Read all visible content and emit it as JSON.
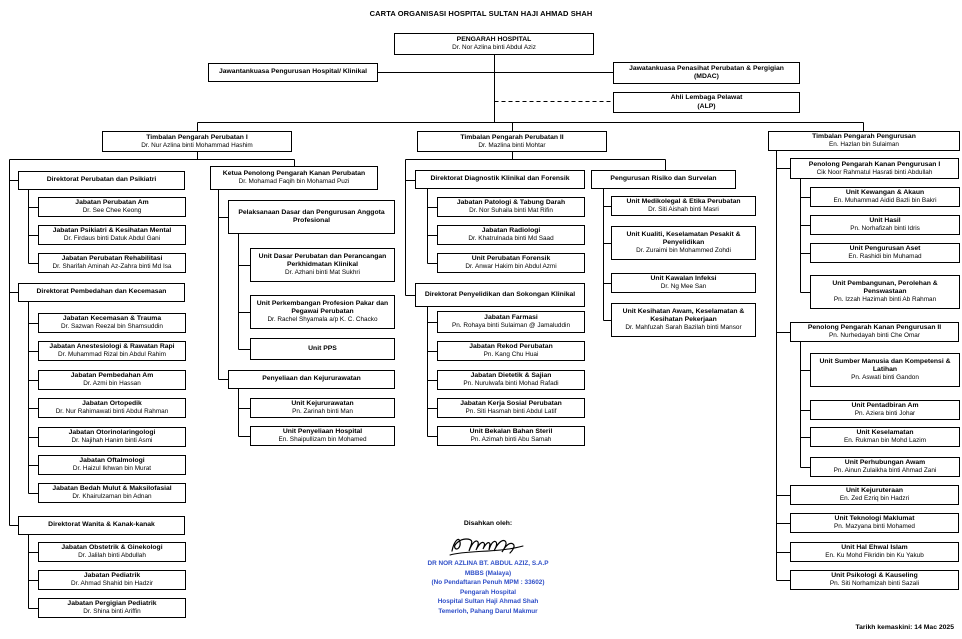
{
  "page": {
    "title": "CARTA ORGANISASI HOSPITAL SULTAN HAJI AHMAD SHAH",
    "updated_label": "Tarikh kemaskini: 14 Mac 2025"
  },
  "certification": {
    "label": "Disahkan oleh:",
    "signature_icon": "signature-scribble",
    "text_color": "#2f4fc8",
    "lines": [
      "DR NOR AZLINA BT. ABDUL AZIZ, S.A.P",
      "MBBS (Malaya)",
      "(No Pendaftaran Penuh MPM : 33602)",
      "Pengarah Hospital",
      "Hospital Sultan Haji Ahmad Shah",
      "Temerloh, Pahang Darul Makmur"
    ]
  },
  "boxes": {
    "pengarah": {
      "title": "PENGARAH HOSPITAL",
      "name": "Dr. Nor Azlina binti Abdul Aziz"
    },
    "jk_pengurusan": {
      "title": "Jawantankuasa Pengurusan Hospital/ Klinikal"
    },
    "mdac": {
      "title": "Jawatankuasa Penasihat Perubatan & Pergigian\n(MDAC)"
    },
    "alp": {
      "title": "Ahli Lembaga Pelawat\n(ALP)"
    },
    "tpp1": {
      "title": "Timbalan Pengarah Perubatan I",
      "name": "Dr. Nur Azlina binti Mohammad Hashim"
    },
    "tpp2": {
      "title": "Timbalan Pengarah Perubatan II",
      "name": "Dr. Mazlina binti Mohtar"
    },
    "tpm": {
      "title": "Timbalan Pengarah Pengurusan",
      "name": "En. Hazlan bin Sulaiman"
    },
    "d_perub": {
      "title": "Direktorat Perubatan dan Psikiatri"
    },
    "j_am": {
      "title": "Jabatan Perubatan Am",
      "name": "Dr. See Chee Keong"
    },
    "j_psik": {
      "title": "Jabatan Psikiatri & Kesihatan Mental",
      "name": "Dr. Firdaus binti Datuk Abdul Gani"
    },
    "j_rehab": {
      "title": "Jabatan Perubatan Rehabilitasi",
      "name": "Dr. Sharifah Aminah Az-Zahra binti Md Isa"
    },
    "d_bedah": {
      "title": "Direktorat Pembedahan dan Kecemasan"
    },
    "j_kecemasan": {
      "title": "Jabatan Kecemasan & Trauma",
      "name": "Dr. Sazwan Reezal bin Shamsuddin"
    },
    "j_anest": {
      "title": "Jabatan Anestesiologi & Rawatan Rapi",
      "name": "Dr. Muhammad Rizal bin Abdul Rahim"
    },
    "j_bedah_am": {
      "title": "Jabatan Pembedahan Am",
      "name": "Dr. Azmi bin Hassan"
    },
    "j_ortopedik": {
      "title": "Jabatan Ortopedik",
      "name": "Dr. Nur Rahimawati binti Abdul Rahman"
    },
    "j_otorino": {
      "title": "Jabatan Otorinolaringologi",
      "name": "Dr. Najihah Hanim binti Asmi"
    },
    "j_oftal": {
      "title": "Jabatan Oftalmologi",
      "name": "Dr. Haizul Ikhwan bin Murat"
    },
    "j_mulut": {
      "title": "Jabatan Bedah Mulut & Maksilofasial",
      "name": "Dr. Khairulzaman bin Adnan"
    },
    "d_wanita": {
      "title": "Direktorat Wanita & Kanak-kanak"
    },
    "j_obstetrik": {
      "title": "Jabatan Obstetrik & Ginekologi",
      "name": "Dr. Jalilah binti Abdullah"
    },
    "j_pediatrik": {
      "title": "Jabatan Pediatrik",
      "name": "Dr. Ahmad Shahid bin Hadzir"
    },
    "j_pergigian": {
      "title": "Jabatan Pergigian Pediatrik",
      "name": "Dr. Shina binti Ariffin"
    },
    "ketua": {
      "title": "Ketua Penolong Pengarah Kanan Perubatan",
      "name": "Dr. Mohamad Faqih bin Mohamad Puzi"
    },
    "pelaksanaan": {
      "title": "Pelaksanaan Dasar dan Pengurusan Anggota Profesional"
    },
    "u_dasar": {
      "title": "Unit Dasar Perubatan dan Perancangan Perkhidmatan Klinikal",
      "name": "Dr. Azhani binti Mat Sukhri"
    },
    "u_perkembangan": {
      "title": "Unit Perkembangan Profesion Pakar dan Pegawai Perubatan",
      "name": "Dr. Rachel Shyamala a/p K. C. Chacko"
    },
    "u_pps": {
      "title": "Unit PPS"
    },
    "penyeliaan": {
      "title": "Penyeliaan dan Kejururawatan"
    },
    "u_kejururawatan": {
      "title": "Unit Kejururawatan",
      "name": "Pn. Zarinah binti Man"
    },
    "u_penyeliaan": {
      "title": "Unit Penyeliaan Hospital",
      "name": "En. Shaipullizam bin Mohamed"
    },
    "d_diag": {
      "title": "Direktorat Diagnostik Klinikal dan Forensik"
    },
    "j_patologi": {
      "title": "Jabatan Patologi & Tabung Darah",
      "name": "Dr. Nor Suhaila binti Mat Rifin"
    },
    "j_radiologi": {
      "title": "Jabatan Radiologi",
      "name": "Dr. Khatrulnada binti Md Saad"
    },
    "u_forensik": {
      "title": "Unit Perubatan Forensik",
      "name": "Dr. Anwar Hakim bin Abdul Azmi"
    },
    "d_penyelidikan": {
      "title": "Direktorat Penyelidikan dan Sokongan Klinikal"
    },
    "j_farmasi": {
      "title": "Jabatan Farmasi",
      "name": "Pn. Rohaya binti Sulaiman @ Jamaluddin"
    },
    "j_rekod": {
      "title": "Jabatan Rekod Perubatan",
      "name": "Pn. Kang Chu Huai"
    },
    "j_dietetik": {
      "title": "Jabatan Dietetik & Sajian",
      "name": "Pn. Nurulwafa binti Mohad Rafadi"
    },
    "j_kerja": {
      "title": "Jabatan Kerja Sosial Perubatan",
      "name": "Pn. Siti Hasmah binti Abdul Latif"
    },
    "u_bekalan": {
      "title": "Unit Bekalan Bahan Steril",
      "name": "Pn. Azimah binti Abu Samah"
    },
    "risiko": {
      "title": "Pengurusan Risiko dan Survelan"
    },
    "u_mediko": {
      "title": "Unit Medikolegal & Etika Perubatan",
      "name": "Dr. Siti Aishah binti Masri"
    },
    "u_kualiti": {
      "title": "Unit Kualiti, Keselamatan Pesakit & Penyelidikan",
      "name": "Dr. Zuraimi bin Mohammed Zohdi"
    },
    "u_kawalan": {
      "title": "Unit Kawalan Infeksi",
      "name": "Dr. Ng Mee San"
    },
    "u_kesihatan": {
      "title": "Unit Kesihatan Awam, Keselamatan & Kesihatan Pekerjaan",
      "name": "Dr. Mahfuzah Sarah Bazilah binti Mansor"
    },
    "penolong1": {
      "title": "Penolong Pengarah Kanan Pengurusan I",
      "name": "Cik Noor Rahmatul Hasrati binti Abdullah"
    },
    "u_kewangan": {
      "title": "Unit Kewangan & Akaun",
      "name": "En. Muhammad Aidid Bazli bin Bakri"
    },
    "u_hasil": {
      "title": "Unit Hasil",
      "name": "Pn. Norhafizah binti Idris"
    },
    "u_aset": {
      "title": "Unit Pengurusan Aset",
      "name": "En. Rashidi bin Muhamad"
    },
    "u_pembangunan": {
      "title": "Unit Pembangunan, Perolehan & Penswastaan",
      "name": "Pn. Izzah Hazimah binti Ab Rahman"
    },
    "penolong2": {
      "title": "Penolong Pengarah Kanan Pengurusan II",
      "name": "Pn. Nurhedayah binti Che Omar"
    },
    "u_sumber": {
      "title": "Unit Sumber Manusia dan Kompetensi & Latihan",
      "name": "Pn. Aswati binti Gandon"
    },
    "u_pentadbiran": {
      "title": "Unit Pentadbiran Am",
      "name": "Pn. Aziera binti Johar"
    },
    "u_keselamatan": {
      "title": "Unit Keselamatan",
      "name": "En. Rukman bin Mohd Lazim"
    },
    "u_perhubungan": {
      "title": "Unit Perhubungan Awam",
      "name": "Pn. Ainun Zulaikha binti Ahmad Zani"
    },
    "u_kejuruteraan": {
      "title": "Unit Kejuruteraan",
      "name": "En. Zed Ezriq bin Hadzri"
    },
    "u_teknologi": {
      "title": "Unit Teknologi Maklumat",
      "name": "Pn. Mazyana binti Mohamed"
    },
    "u_halehwal": {
      "title": "Unit Hal Ehwal Islam",
      "name": "En. Ku Mohd Fikridin bin Ku Yakub"
    },
    "u_psikologi": {
      "title": "Unit Psikologi & Kauseling",
      "name": "Pn. Siti Norhamizah binti Sazali"
    }
  }
}
